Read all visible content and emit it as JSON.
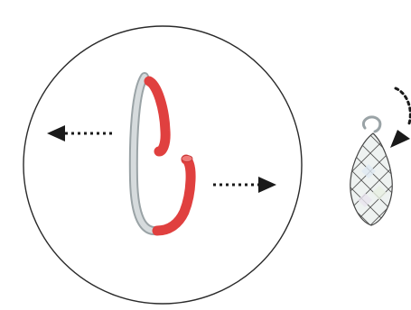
{
  "figure": {
    "background": "#ffffff",
    "cell_outline_color": "#2a2a2a",
    "ring_grey_color": "#c9cfd1",
    "ring_grey_shade": "#9aa3a6",
    "ring_red_color": "#e0403f",
    "arrow_color": "#1a1a1a",
    "particle_fill": "#eef2f1",
    "particle_mesh_color": "#444444",
    "elements": {
      "cell": "cell-circle",
      "split_ring": "split-ring",
      "left_arrow": "dotted-arrow-left",
      "right_arrow": "dotted-arrow-right",
      "particle": "meshed-particle",
      "rotation_arrow": "rotation-arrow"
    }
  }
}
